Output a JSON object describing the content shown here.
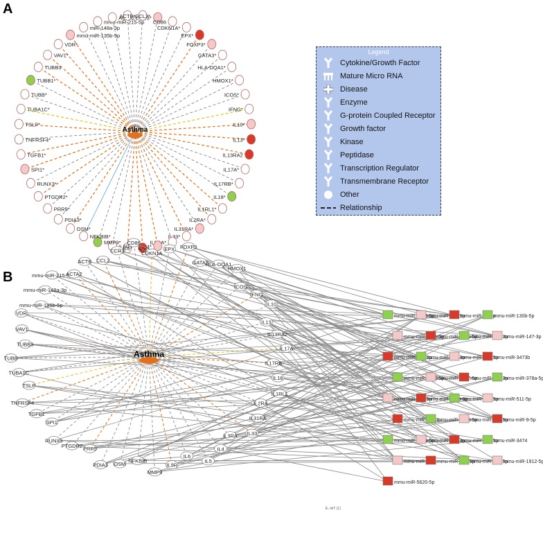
{
  "panels": {
    "a": "A",
    "b": "B"
  },
  "colors": {
    "orange": "#e2711d",
    "yellow": "#e6c21a",
    "blue": "#5aa0d8",
    "grey": "#777777",
    "red": "#d83a2a",
    "pink": "#f6c9c9",
    "green": "#8fd14f",
    "legend_bg": "#b3c6ec"
  },
  "center_label_a": "Asthma",
  "center_label_b": "Asthma",
  "legend": {
    "title": "Legend",
    "items": [
      {
        "label": "Cytokine/Growth Factor",
        "icon": "cytokine-icon"
      },
      {
        "label": "Mature Micro RNA",
        "icon": "microrna-icon"
      },
      {
        "label": "Disease",
        "icon": "disease-icon"
      },
      {
        "label": "Enzyme",
        "icon": "enzyme-icon"
      },
      {
        "label": "G-protein Coupled Receptor",
        "icon": "gpcr-icon"
      },
      {
        "label": "Growth factor",
        "icon": "growth-factor-icon"
      },
      {
        "label": "Kinase",
        "icon": "kinase-icon"
      },
      {
        "label": "Peptidase",
        "icon": "peptidase-icon"
      },
      {
        "label": "Transcription Regulator",
        "icon": "transcription-regulator-icon"
      },
      {
        "label": "Transmembrane Receptor",
        "icon": "transmembrane-receptor-icon"
      },
      {
        "label": "Other",
        "icon": "other-icon"
      },
      {
        "label": "Relationship",
        "icon": "relationship-icon"
      }
    ]
  },
  "panel_a_nodes": [
    {
      "label": "CCR3*",
      "fill": "pink"
    },
    {
      "label": "CD86",
      "fill": "none"
    },
    {
      "label": "CDKN1A*",
      "fill": "none"
    },
    {
      "label": "EPX*",
      "fill": "red"
    },
    {
      "label": "FOXP3*",
      "fill": "pink"
    },
    {
      "label": "GATA3*",
      "fill": "none"
    },
    {
      "label": "HLA-DQA1*",
      "fill": "none"
    },
    {
      "label": "HMOX1*",
      "fill": "none"
    },
    {
      "label": "ICOS*",
      "fill": "none"
    },
    {
      "label": "IFNG*",
      "fill": "none"
    },
    {
      "label": "IL10*",
      "fill": "pink"
    },
    {
      "label": "IL13*",
      "fill": "red"
    },
    {
      "label": "IL13RA2",
      "fill": "red"
    },
    {
      "label": "IL17A*",
      "fill": "none"
    },
    {
      "label": "IL17RB*",
      "fill": "none"
    },
    {
      "label": "IL18*",
      "fill": "green"
    },
    {
      "label": "IL1RL1*",
      "fill": "none"
    },
    {
      "label": "IL2RA*",
      "fill": "none"
    },
    {
      "label": "IL31RA*",
      "fill": "pink"
    },
    {
      "label": "IL33*",
      "fill": "none"
    },
    {
      "label": "IL3RA*",
      "fill": "none"
    },
    {
      "label": "IL4*",
      "fill": "pink"
    },
    {
      "label": "IL5*",
      "fill": "red"
    },
    {
      "label": "IL6*",
      "fill": "none"
    },
    {
      "label": "IL9R*",
      "fill": "none"
    },
    {
      "label": "MMP9*",
      "fill": "green"
    },
    {
      "label": "NFKBIB*",
      "fill": "none"
    },
    {
      "label": "OSM*",
      "fill": "none"
    },
    {
      "label": "PDIA3*",
      "fill": "none"
    },
    {
      "label": "PRR5*",
      "fill": "none"
    },
    {
      "label": "PTGDR2*",
      "fill": "none"
    },
    {
      "label": "RUNX3*",
      "fill": "none"
    },
    {
      "label": "SPI1*",
      "fill": "pink"
    },
    {
      "label": "TGFB1*",
      "fill": "none"
    },
    {
      "label": "TNFRSF4*",
      "fill": "none"
    },
    {
      "label": "TSLP*",
      "fill": "none"
    },
    {
      "label": "TUBA1C*",
      "fill": "none"
    },
    {
      "label": "TUBB*",
      "fill": "none"
    },
    {
      "label": "TUBB1*",
      "fill": "green"
    },
    {
      "label": "TUBB3",
      "fill": "none"
    },
    {
      "label": "VAV1*",
      "fill": "none"
    },
    {
      "label": "VDR*",
      "fill": "none"
    },
    {
      "label": "mmu-miR-135b-5p",
      "fill": "pink"
    },
    {
      "label": "miR-148a-3p",
      "fill": "none"
    },
    {
      "label": "mmu-miR-215-5p",
      "fill": "none"
    },
    {
      "label": "ACTA2",
      "fill": "none"
    },
    {
      "label": "ACTB*",
      "fill": "none"
    },
    {
      "label": "CCL2*",
      "fill": "none"
    }
  ],
  "panel_b_left_nodes": [
    "CCL2",
    "CCR3",
    "CD86",
    "CDKN1A",
    "EPX",
    "FOXP3",
    "GATA3",
    "HLA-DQA1",
    "HMOX1",
    "ICOS",
    "IFNG",
    "IL10",
    "IL13",
    "IL13RA2",
    "IL17A",
    "IL17RB",
    "IL18",
    "IL1RL1",
    "IL2RA",
    "IL31RA",
    "IL33",
    "IL3RA",
    "IL4",
    "IL5",
    "IL6",
    "IL9R",
    "MMP9",
    "NFKBIB",
    "OSM",
    "PDIA3",
    "PRR5",
    "PTGDR2",
    "RUNX3",
    "SPI1",
    "TGFB1",
    "TNFRSF4",
    "TSLP",
    "TUBA1C",
    "TUBB",
    "TUBB3",
    "VAV1",
    "VDR",
    "mmu-miR-135b-5p",
    "mmu-miR-148a-3p",
    "mmu-miR-215-5p",
    "ACTA2",
    "ACTB"
  ],
  "panel_b_mirnas": [
    "mmu-miR-7083-5p",
    "mmu-miR-122-5p",
    "mmu-miR-1a-3p",
    "mmu-miR-130b-5p",
    "mmu-miR-133a-3p",
    "mmu-miR-146b-5p",
    "mmu-miR-18a-3p",
    "mmu-miR-147-3p",
    "mmu-miR-18b-5p",
    "mmu-miR-215-3p",
    "mmu-miR-212-5p",
    "mmu-miR-3473b",
    "mmu-miR-3083-5p",
    "mmu-miR-3097-5p",
    "mmu-miR-381-3p",
    "mmu-miR-378a-5p",
    "mmu-miR-379-5p",
    "mmu-miR-486b-3p",
    "mmu-miR-491-5p",
    "mmu-miR-511-5p",
    "mmu-miR-511-3p",
    "mmu-miR-6978-5p",
    "mmu-miR-671-5p",
    "mmu-miR-9-5p",
    "mmu-miR-1249-5p",
    "mmu-miR-124-3p",
    "mmu-miR-217-5p",
    "mmu-miR-3474",
    "mmu-miR-376c",
    "mmu-miR-340-5p",
    "mmu-miR-293-5p",
    "mmu-miR-1912-5p",
    "mmu-miR-5620-5p"
  ],
  "edge_label_b": "E, miT (1)"
}
